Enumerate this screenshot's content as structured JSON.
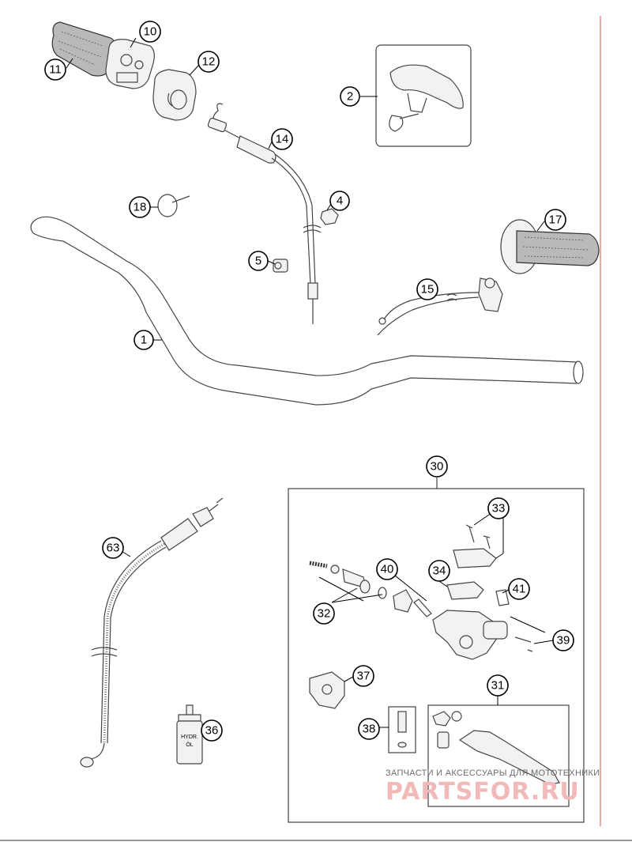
{
  "diagram": {
    "callouts": [
      {
        "id": "c1",
        "label": "1"
      },
      {
        "id": "c2",
        "label": "2"
      },
      {
        "id": "c4",
        "label": "4"
      },
      {
        "id": "c5",
        "label": "5"
      },
      {
        "id": "c10",
        "label": "10"
      },
      {
        "id": "c11",
        "label": "11"
      },
      {
        "id": "c12",
        "label": "12"
      },
      {
        "id": "c14",
        "label": "14"
      },
      {
        "id": "c15",
        "label": "15"
      },
      {
        "id": "c17",
        "label": "17"
      },
      {
        "id": "c18",
        "label": "18"
      },
      {
        "id": "c30",
        "label": "30"
      },
      {
        "id": "c31",
        "label": "31"
      },
      {
        "id": "c32",
        "label": "32"
      },
      {
        "id": "c33",
        "label": "33"
      },
      {
        "id": "c34",
        "label": "34"
      },
      {
        "id": "c36",
        "label": "36"
      },
      {
        "id": "c37",
        "label": "37"
      },
      {
        "id": "c38",
        "label": "38"
      },
      {
        "id": "c39",
        "label": "39"
      },
      {
        "id": "c40",
        "label": "40"
      },
      {
        "id": "c41",
        "label": "41"
      },
      {
        "id": "c63",
        "label": "63"
      }
    ],
    "bottle_label": "HYDR.\nÖL",
    "colors": {
      "margin_line": "#e07070",
      "watermark_logo": "#f2b9b9"
    }
  },
  "watermark": {
    "tagline": "ЗАПЧАСТИ И АКСЕССУАРЫ ДЛЯ МОТОТЕХНИКИ",
    "logo": "PARTSFOR.RU"
  }
}
